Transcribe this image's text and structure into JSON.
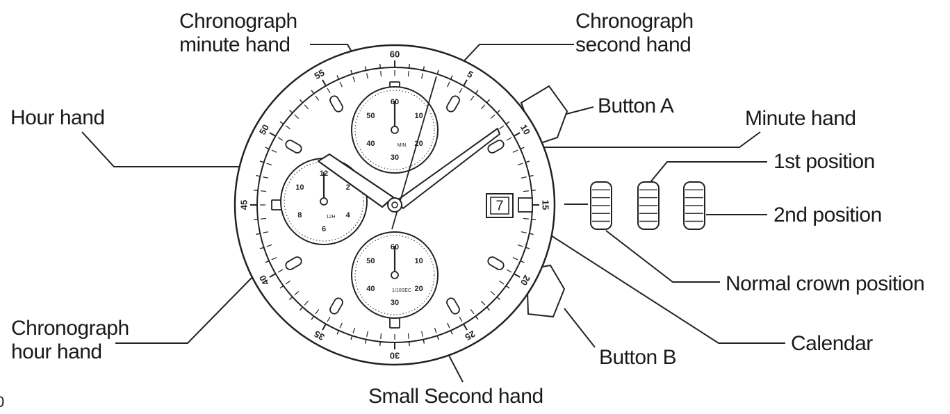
{
  "labels": {
    "chrono_minute_hand": "Chronograph\nminute hand",
    "chrono_second_hand": "Chronograph\nsecond hand",
    "hour_hand": "Hour hand",
    "button_a": "Button A",
    "minute_hand": "Minute hand",
    "first_position": "1st position",
    "second_position": "2nd position",
    "normal_crown_position": "Normal crown position",
    "calendar": "Calendar",
    "button_b": "Button B",
    "chrono_hour_hand": "Chronograph\nhour hand",
    "small_second_hand": "Small Second hand",
    "corner_mark": "0"
  },
  "bezel_numbers": [
    "60",
    "5",
    "10",
    "15",
    "20",
    "25",
    "30",
    "35",
    "40",
    "45",
    "50",
    "55"
  ],
  "sub_dial_top": {
    "numbers": [
      "60",
      "10",
      "20",
      "30",
      "40",
      "50"
    ],
    "center_text": "MIN"
  },
  "sub_dial_left": {
    "numbers": [
      "12",
      "2",
      "4",
      "6",
      "8",
      "10"
    ],
    "center_text": "12H"
  },
  "sub_dial_bottom": {
    "numbers": [
      "60",
      "10",
      "20",
      "30",
      "40",
      "50"
    ],
    "center_text": "1/10SEC"
  },
  "calendar_date": "7"
}
